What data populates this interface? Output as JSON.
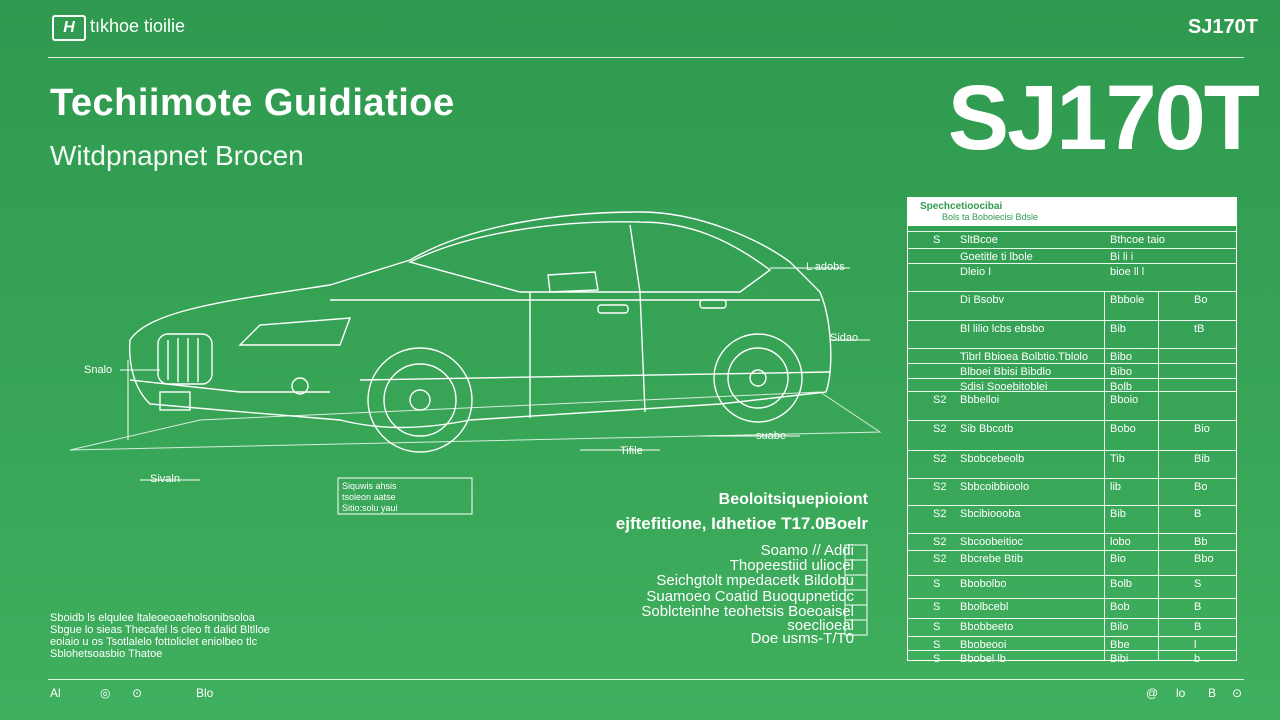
{
  "header": {
    "brand": "tıkhoe tioilie",
    "logo_mark": "H",
    "corner_code": "SJ170T",
    "title": "Techiimote Guidiatioe",
    "subtitle": "Witdpnapnet Brocen",
    "big_code": "SJ170T"
  },
  "diagram_labels": {
    "roof": "L adobs",
    "rear_top": "Sidao",
    "front_left": "Snalo",
    "rear_bottom": "suabe",
    "wheel": "Tifile",
    "front_bottom": "Sivaln"
  },
  "spec_box": [
    "Siquwis ahsis",
    "tsoleon aatse",
    "Sitio:solu yaui"
  ],
  "middle": {
    "heading": "Beoloitsiquepioiont",
    "subheading": "ejftefitione, Idhetioe T17.0Boelr",
    "lines": [
      "Soamo // Addi",
      "Thopeestiid uliocel",
      "Seichgtolt mpedacetk Bildobu",
      "Suamoeo Coatid Buoqupnetioc",
      "Soblcteinhe teohetsis Boeoaisel",
      "soeclioeal",
      "Doe usms-T/T0"
    ]
  },
  "notes": [
    "Sboidb ls elqulee ltaleoeoaeholsonibsoloa",
    "Sbgue lo sieas Thecafel ls cleo ft dalid Bltlloe",
    "eoiaio u os Tsotlalelo fottoliclet eniolbeo tlc",
    "Sblohetsoasbio Thatoe"
  ],
  "table": {
    "header_title": "Spechcetioocibai",
    "header_sub": "Bols ta Boboiecisi Bdsle",
    "rows": [
      {
        "a": "S",
        "b": "SltBcoe",
        "c": "Bthcoe taio"
      },
      {
        "a": "",
        "b": "Goetitle ti lbole",
        "c": "Bi  li  i"
      },
      {
        "a": "",
        "b": "Dleio  I",
        "c": "bioe  ll  l"
      },
      {
        "a": "",
        "b": "Di Bsobv",
        "c": "Bbbole",
        "d": "Bo"
      },
      {
        "a": "",
        "b": "Bl lilio lcbs ebsbo",
        "c": "Bib",
        "d": "tB"
      },
      {
        "a": "",
        "b": "Tibrl Bbioea Bolbtio.Tblolo",
        "c": "Bibo"
      },
      {
        "a": "",
        "b": "Blboei Bbisi Bibdlo",
        "c": "Bibo"
      },
      {
        "a": "",
        "b": "Sdisi Sooebitoblei",
        "c": "Bolb"
      },
      {
        "a": "S2",
        "b": "Bbbelloi",
        "c": "Bboio"
      },
      {
        "a": "S2",
        "b": "Sib Bbcotb",
        "c": "Bobo",
        "d": "Bio"
      },
      {
        "a": "S2",
        "b": "Sbobcebeolb",
        "c": "Tib",
        "d": "Bib"
      },
      {
        "a": "S2",
        "b": "Sbbcoibbioolo",
        "c": "lib",
        "d": "Bo"
      },
      {
        "a": "S2",
        "b": "Sbcibioooba",
        "c": "Bib",
        "d": "B"
      },
      {
        "a": "S2",
        "b": "Sbcoobeitioc",
        "c": "lobo",
        "d": "Bb"
      },
      {
        "a": "S2",
        "b": "Bbcrebe Btib",
        "c": "Bio",
        "d": "Bbo"
      },
      {
        "a": "S",
        "b": "Bbobolbo",
        "c": "Bolb",
        "d": "S"
      },
      {
        "a": "S",
        "b": "Bbolbcebl",
        "c": "Bob",
        "d": "B"
      },
      {
        "a": "S",
        "b": "Bbobbeeto",
        "c": "Bilo",
        "d": "B"
      },
      {
        "a": "S",
        "b": "Bbobeooi",
        "c": "Bbe",
        "d": "l"
      },
      {
        "a": "S",
        "b": "Bbobel lb",
        "c": "Bibi",
        "d": "b"
      }
    ]
  },
  "footer": {
    "left": [
      "Al",
      "◎",
      "⊙",
      "Blo"
    ],
    "right": [
      "@",
      "lo",
      "B",
      "⊙"
    ]
  }
}
